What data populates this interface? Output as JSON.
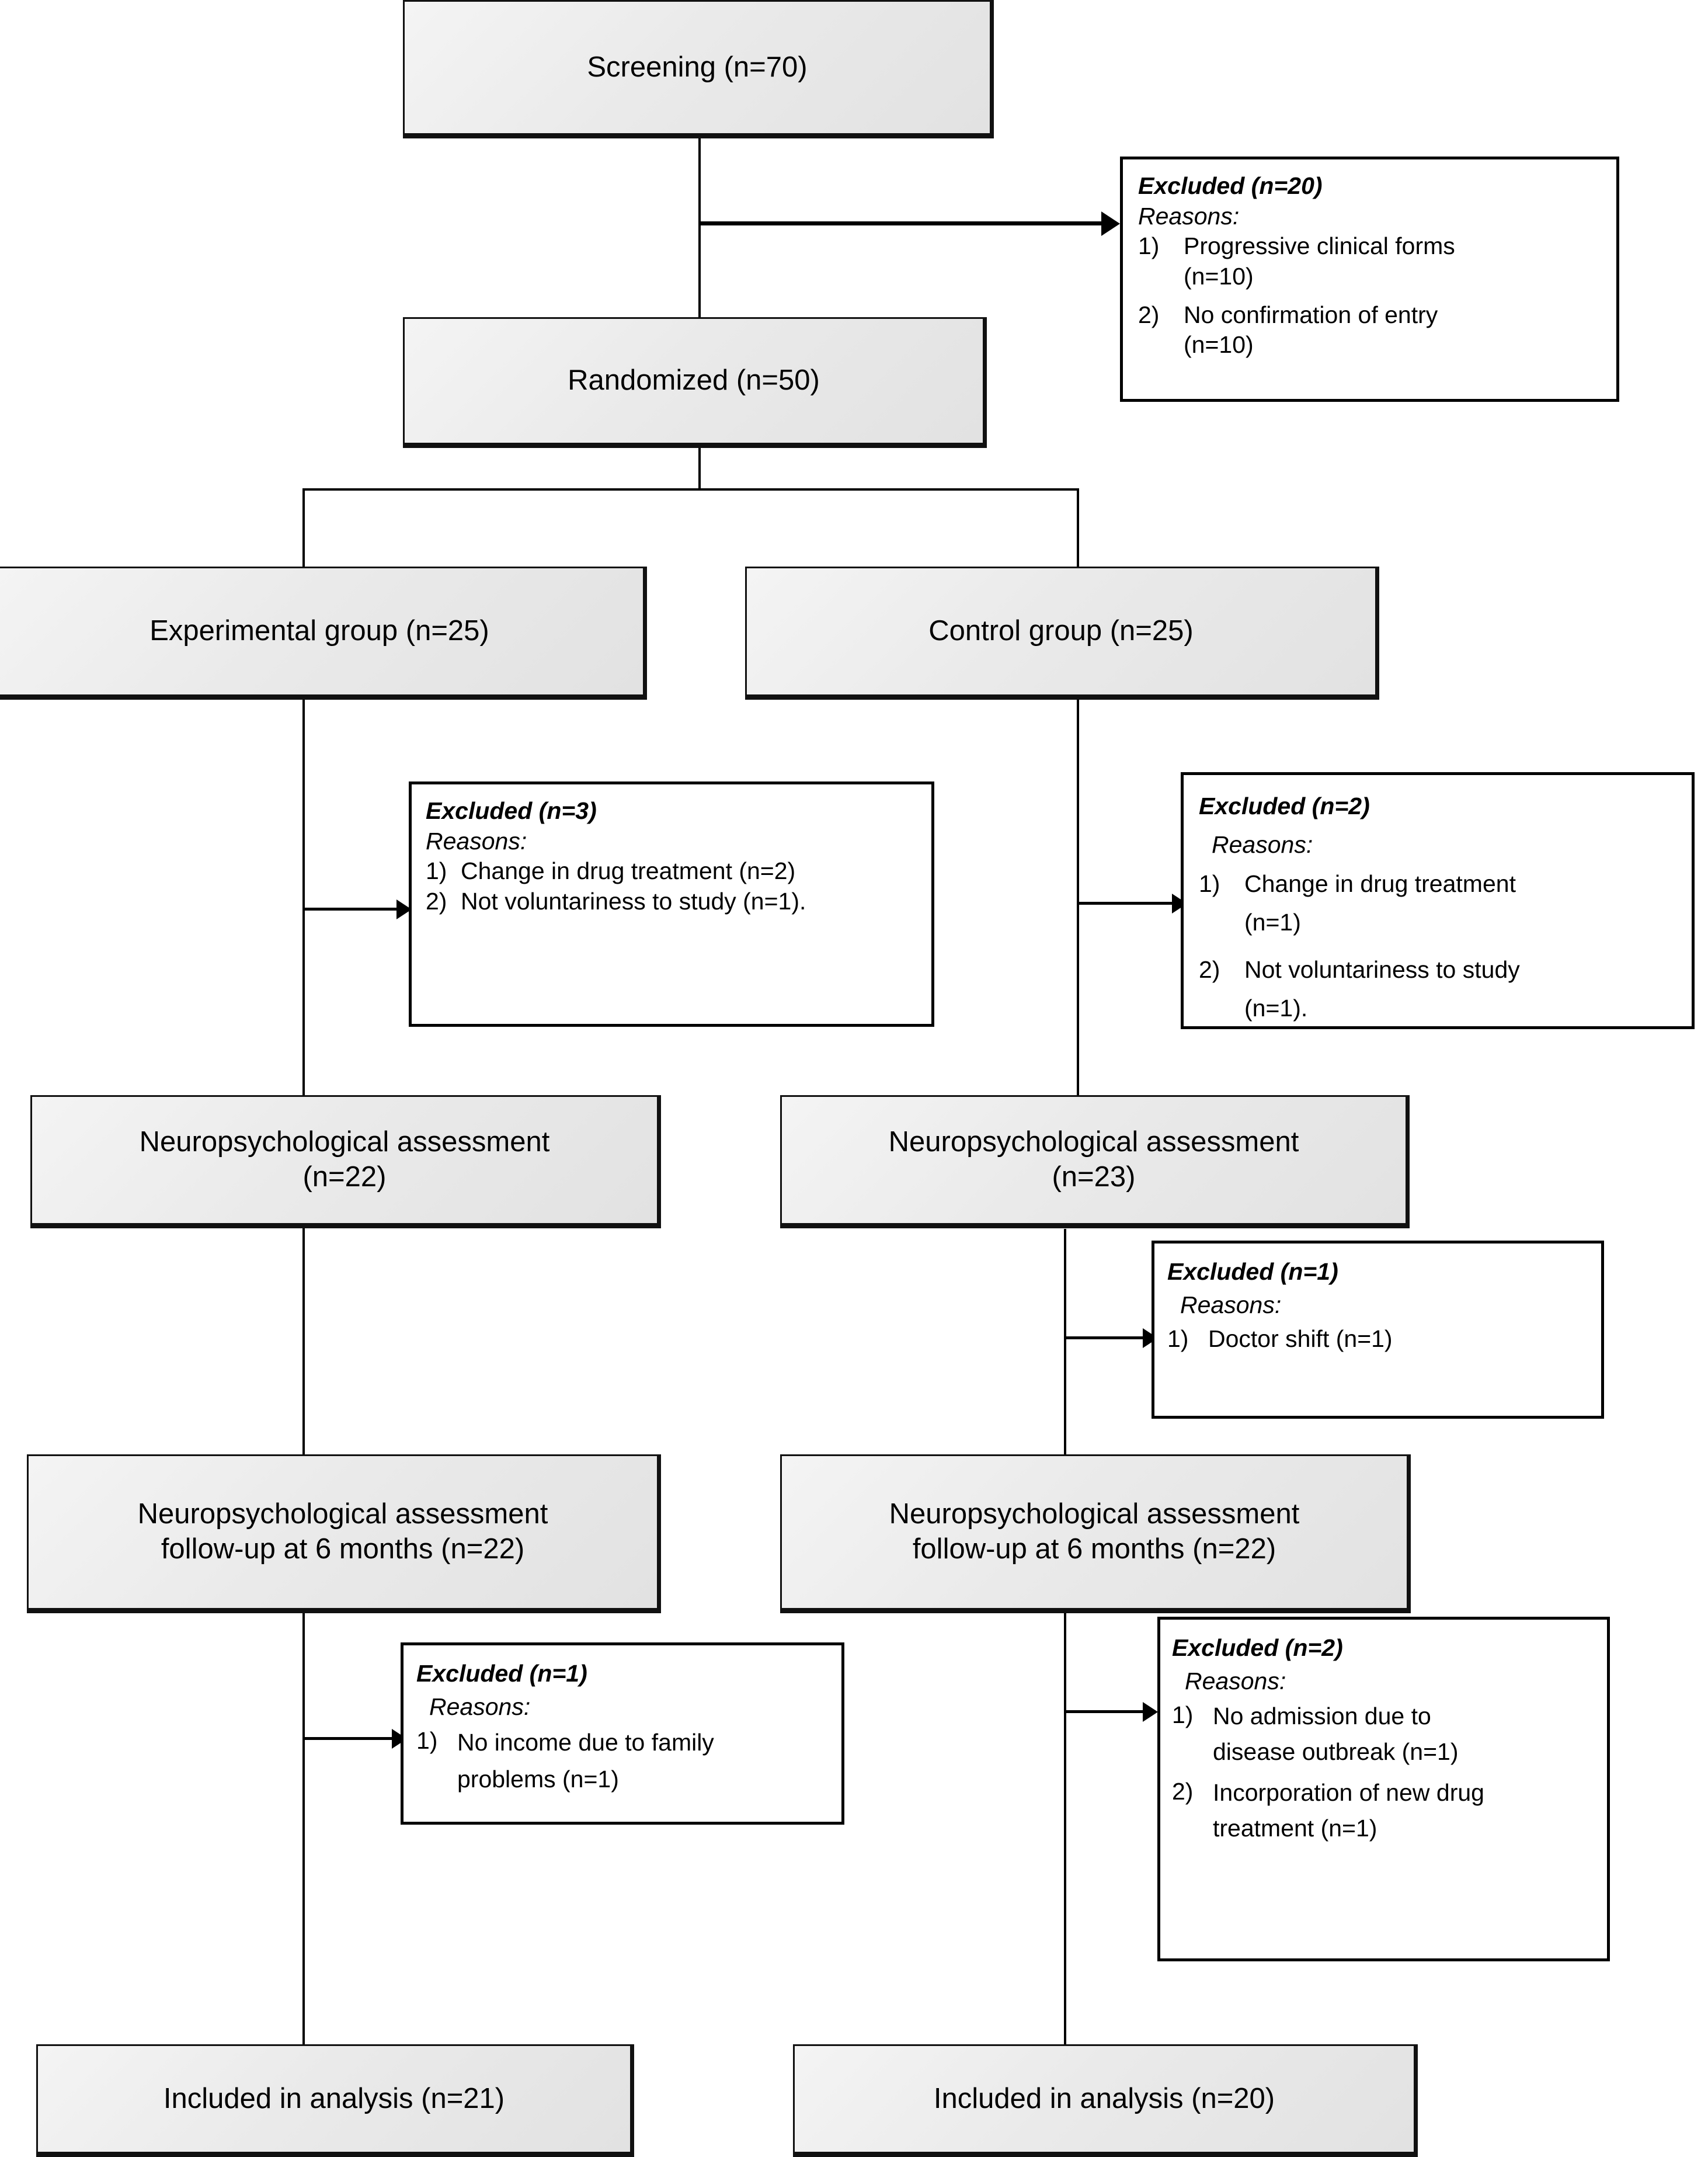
{
  "diagram": {
    "type": "consort-flow-diagram",
    "nodes": {
      "screening": {
        "label": "Screening (n=70)"
      },
      "randomized": {
        "label": "Randomized (n=50)"
      },
      "experimental": {
        "label": "Experimental group (n=25)"
      },
      "control": {
        "label": "Control group (n=25)"
      },
      "assess_exp": {
        "label": "Neuropsychological assessment\n(n=22)"
      },
      "assess_ctrl": {
        "label": "Neuropsychological assessment\n(n=23)"
      },
      "followup_exp": {
        "label": "Neuropsychological assessment\nfollow-up at 6 months (n=22)"
      },
      "followup_ctrl": {
        "label": "Neuropsychological assessment\nfollow-up at 6 months (n=22)"
      },
      "included_exp": {
        "label": "Included in analysis (n=21)"
      },
      "included_ctrl": {
        "label": "Included in analysis (n=20)"
      }
    },
    "excluded": {
      "screening": {
        "title": "Excluded (n=20)",
        "reasons_label": "Reasons:",
        "items": [
          {
            "num": "1)",
            "text": "Progressive clinical forms\n(n=10)"
          },
          {
            "num": "2)",
            "text": "No confirmation of entry\n(n=10)"
          }
        ]
      },
      "experimental": {
        "title": "Excluded (n=3)",
        "reasons_label": "Reasons:",
        "items": [
          {
            "num": "1)",
            "text": "Change in drug treatment (n=2)"
          },
          {
            "num": "2)",
            "text": "Not voluntariness to study (n=1)."
          }
        ]
      },
      "control": {
        "title": "Excluded (n=2)",
        "reasons_label": "Reasons:",
        "items": [
          {
            "num": "1)",
            "text": "Change in drug treatment\n(n=1)"
          },
          {
            "num": "2)",
            "text": "Not voluntariness to study\n(n=1)."
          }
        ]
      },
      "control_assessment": {
        "title": "Excluded (n=1)",
        "reasons_label": "Reasons:",
        "items": [
          {
            "num": "1)",
            "text": "Doctor shift (n=1)"
          }
        ]
      },
      "experimental_followup": {
        "title": "Excluded (n=1)",
        "reasons_label": "Reasons:",
        "items": [
          {
            "num": "1)",
            "text": "No income due to family\nproblems (n=1)"
          }
        ]
      },
      "control_followup": {
        "title": "Excluded (n=2)",
        "reasons_label": "Reasons:",
        "items": [
          {
            "num": "1)",
            "text": "No admission due to\n        disease outbreak (n=1)"
          },
          {
            "num": "2)",
            "text": "Incorporation of new drug\n        treatment (n=1)"
          }
        ]
      }
    },
    "colors": {
      "box_border": "#111111",
      "box_fill_light": "#f4f4f4",
      "box_fill_dark": "#e2e2e2",
      "line": "#000000",
      "text": "#000000",
      "page_background": "#ffffff"
    }
  }
}
